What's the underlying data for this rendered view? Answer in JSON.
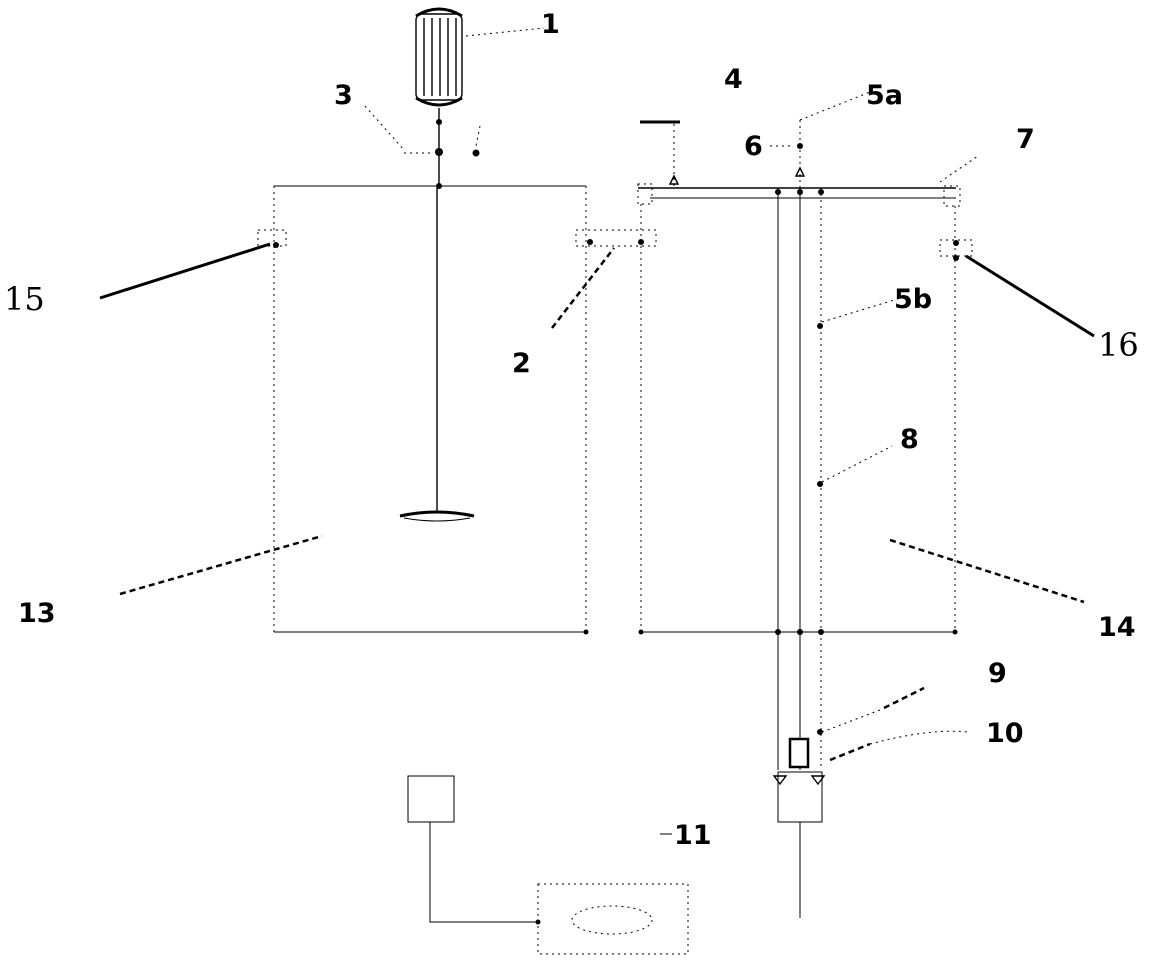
{
  "labels": {
    "l1": "1",
    "l2": "2",
    "l3": "3",
    "l4": "4",
    "l5a": "5a",
    "l5b": "5b",
    "l6": "6",
    "l7": "7",
    "l8": "8",
    "l9": "9",
    "l10": "10",
    "l11": "11",
    "l13": "13",
    "l14": "14",
    "l15": "15",
    "l16": "16"
  }
}
